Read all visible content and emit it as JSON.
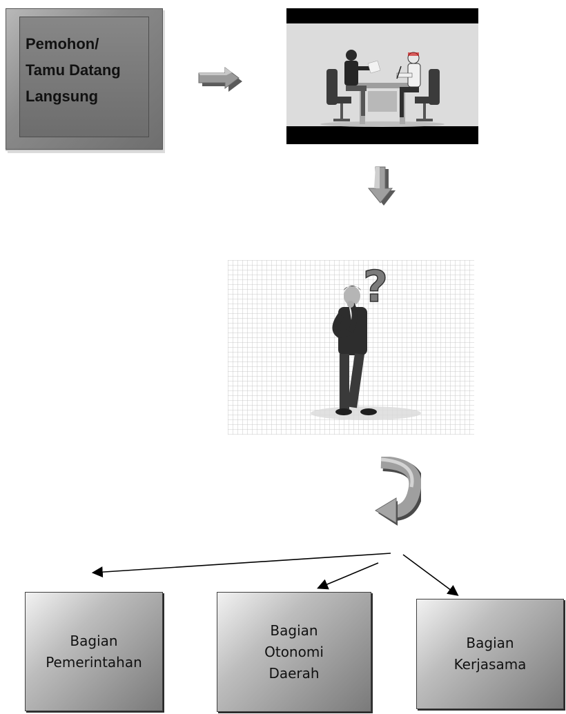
{
  "start": {
    "label_line1": "Pemohon/",
    "label_line2": "Tamu Datang",
    "label_line3": "Langsung"
  },
  "departments": [
    {
      "label": "Bagian\nPemerintahan"
    },
    {
      "label": "Bagian\nOtonomi\nDaerah"
    },
    {
      "label": "Bagian\nKerjasama"
    }
  ],
  "colors": {
    "box_dark": "#6e6e6e",
    "arrow_gray": "#8c8c8c",
    "line": "#000000"
  }
}
